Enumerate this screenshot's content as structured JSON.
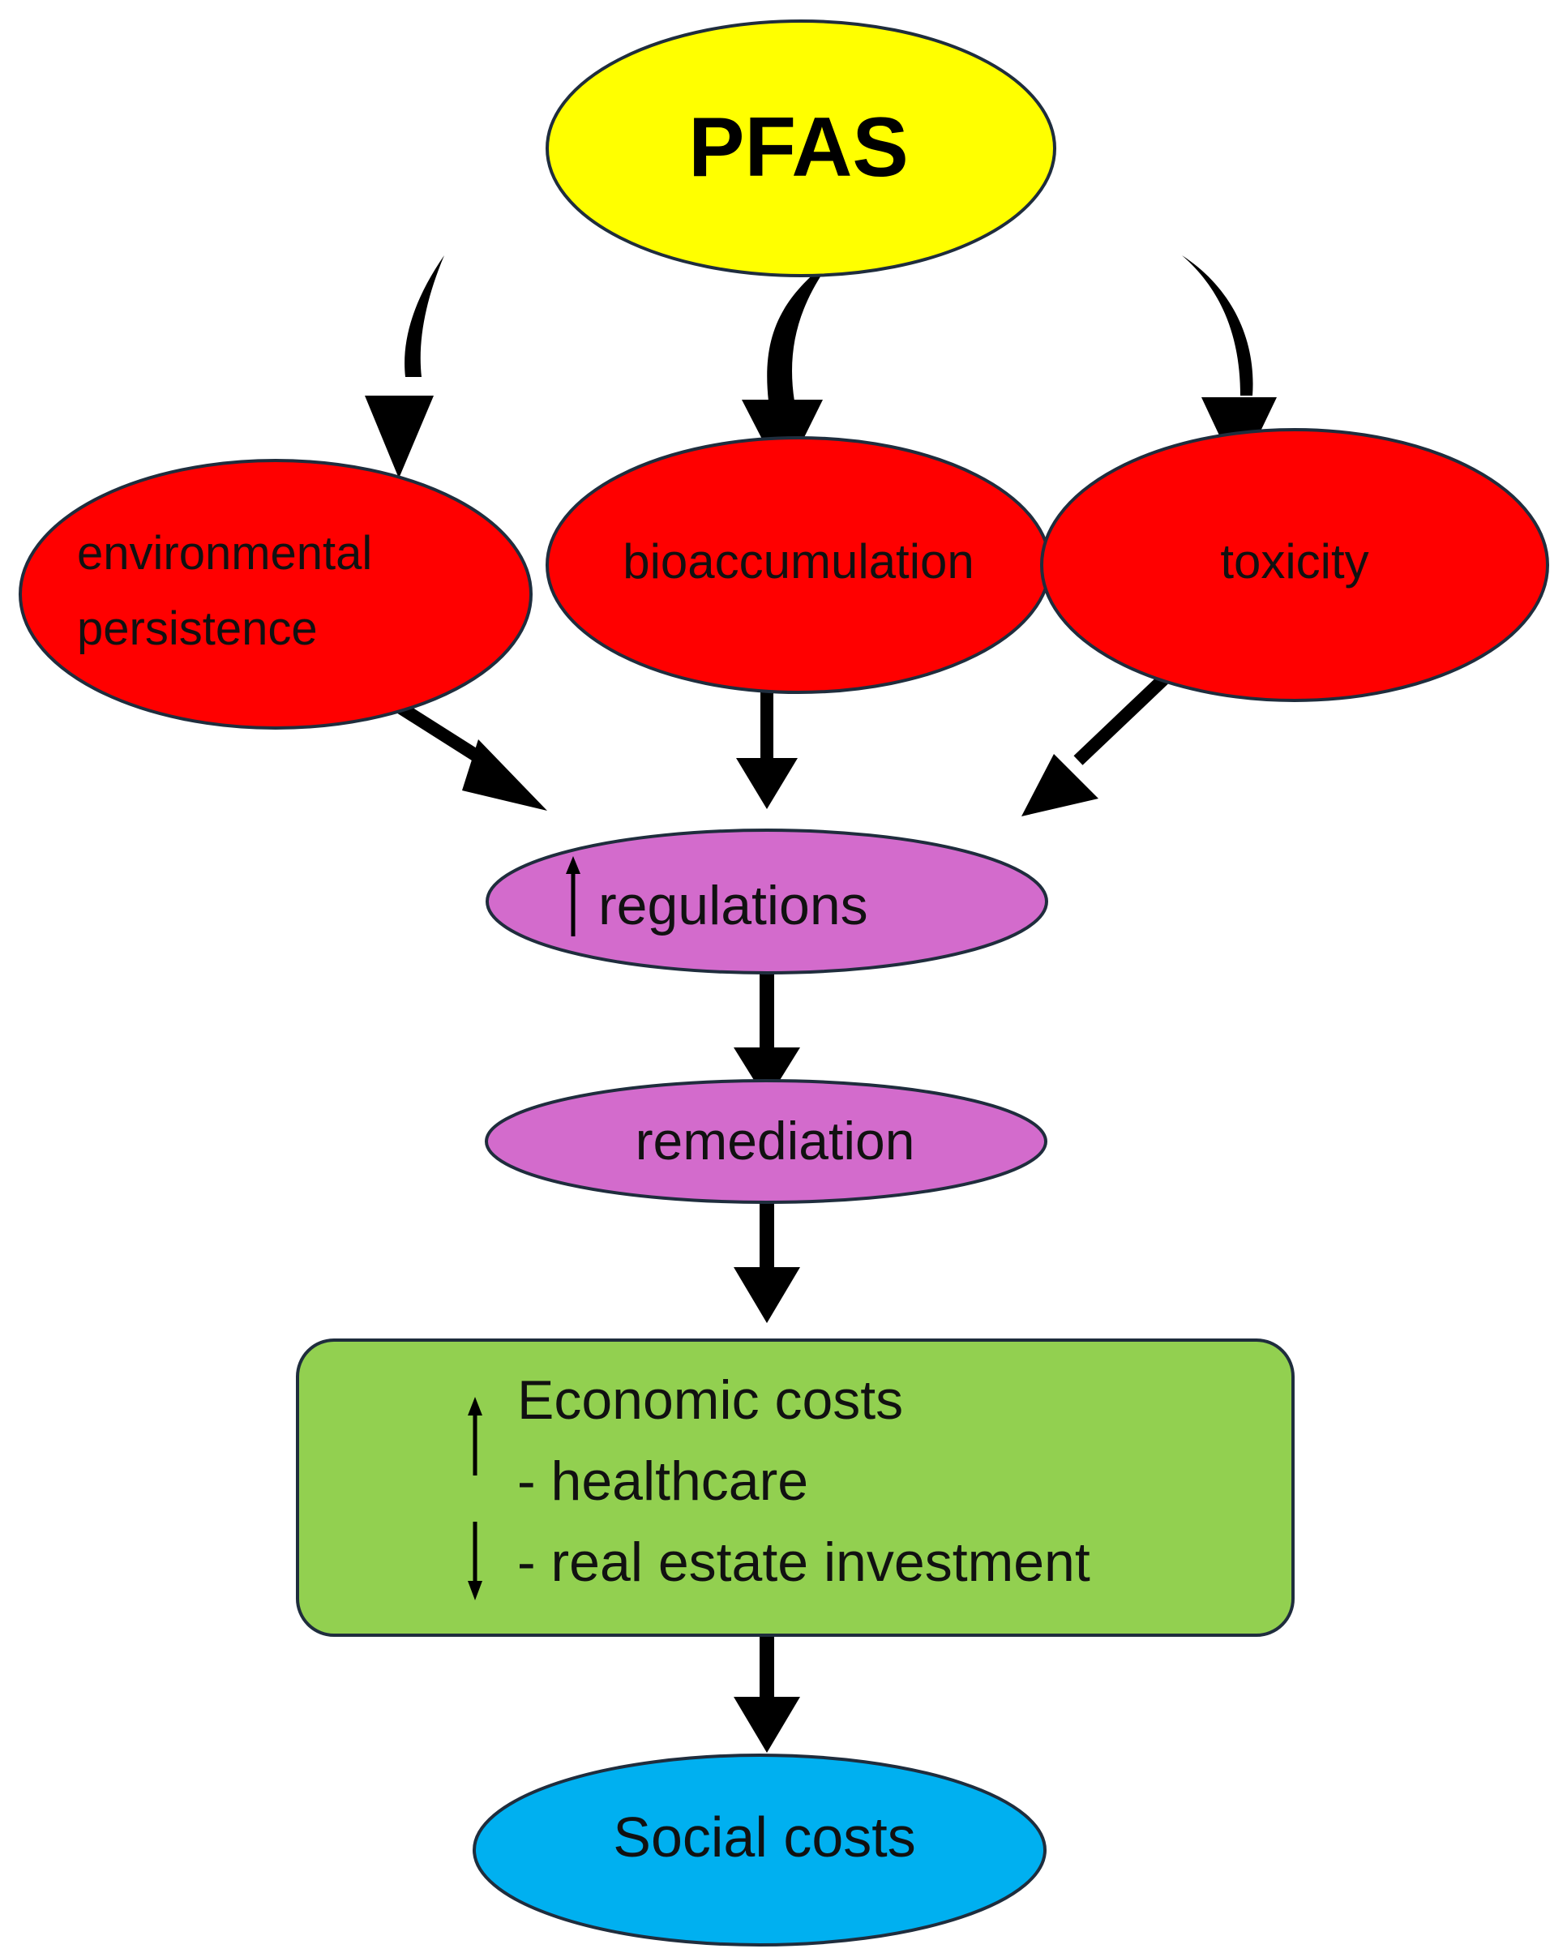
{
  "nodes": {
    "source": {
      "label": "PFAS",
      "color": "#FFFF00"
    },
    "persistence": {
      "line1": "environmental",
      "line2": "persistence",
      "color": "#FF0000"
    },
    "bioaccumulation": {
      "label": "bioaccumulation",
      "color": "#FF0000"
    },
    "toxicity": {
      "label": "toxicity",
      "color": "#FF0000"
    },
    "regulations": {
      "label": "regulations",
      "direction": "increase",
      "color": "#D36BCC"
    },
    "remediation": {
      "label": "remediation",
      "color": "#D36BCC"
    },
    "economic": {
      "title": "Economic costs",
      "item1": "- healthcare",
      "item2": "- real estate investment",
      "title_direction": "increase",
      "item2_direction": "decrease",
      "color": "#92D050"
    },
    "social": {
      "label": "Social costs",
      "color": "#00B0F0"
    }
  },
  "edges": [
    {
      "from": "PFAS",
      "to": "environmental persistence"
    },
    {
      "from": "PFAS",
      "to": "bioaccumulation"
    },
    {
      "from": "PFAS",
      "to": "toxicity"
    },
    {
      "from": "environmental persistence",
      "to": "regulations"
    },
    {
      "from": "bioaccumulation",
      "to": "regulations"
    },
    {
      "from": "toxicity",
      "to": "regulations"
    },
    {
      "from": "regulations",
      "to": "remediation"
    },
    {
      "from": "remediation",
      "to": "Economic costs"
    },
    {
      "from": "Economic costs",
      "to": "Social costs"
    }
  ],
  "colors": {
    "outline": "#1F2D3D",
    "arrow": "#000000"
  }
}
